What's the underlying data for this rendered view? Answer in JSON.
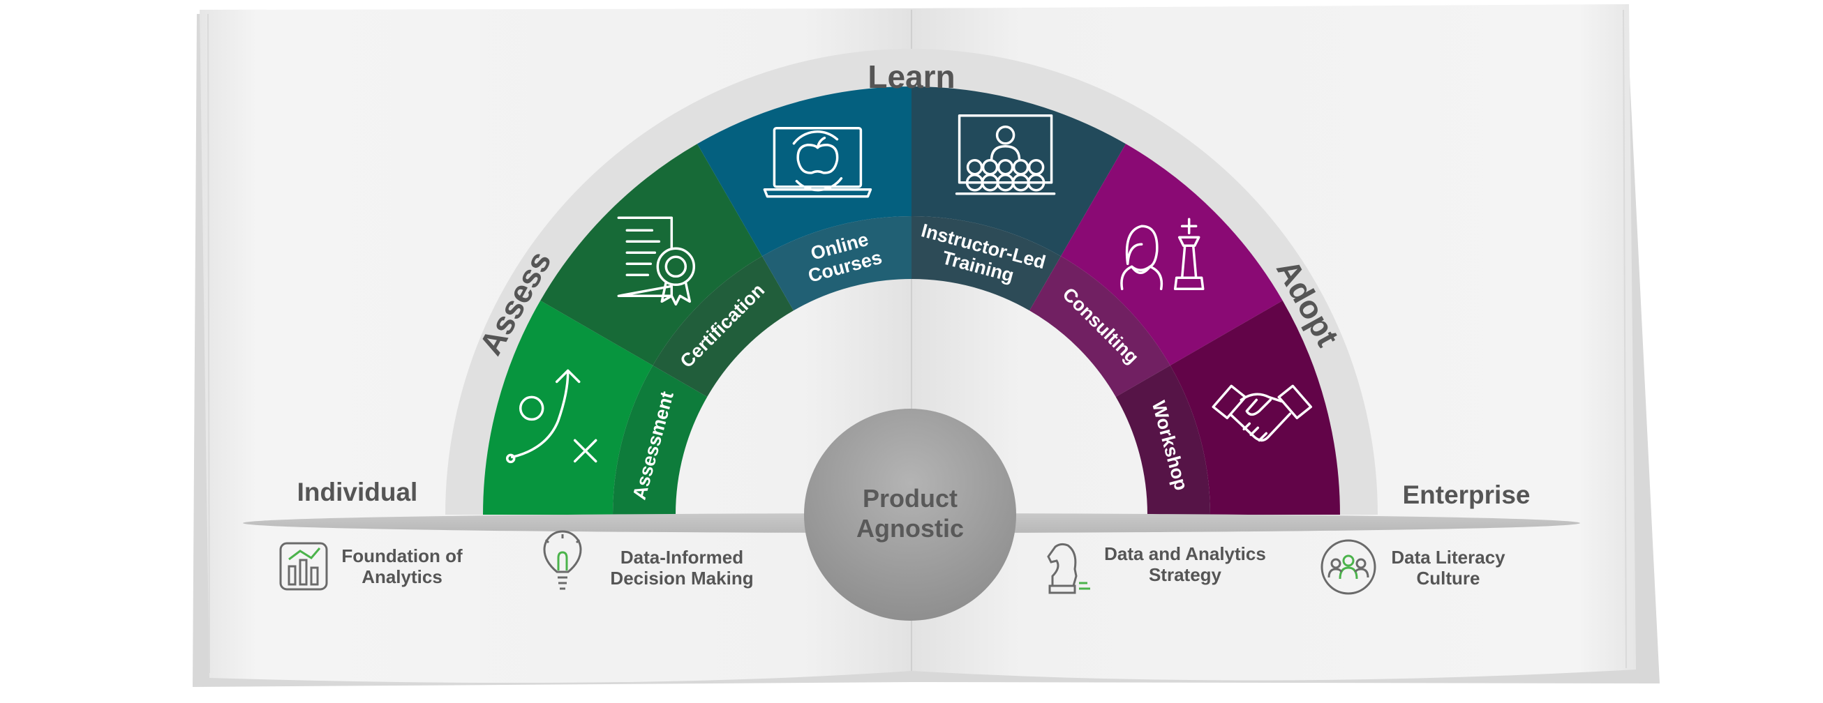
{
  "title": "Learn",
  "arc_labels": {
    "left": "Assess",
    "right": "Adopt"
  },
  "center": {
    "line1": "Product",
    "line2": "Agnostic"
  },
  "sides": {
    "left": "Individual",
    "right": "Enterprise"
  },
  "segments": [
    {
      "id": "assessment",
      "label": [
        "Assessment"
      ],
      "icon": "strategy-play-icon",
      "color": "#07953e",
      "band": "#0e7c3b"
    },
    {
      "id": "certification",
      "label": [
        "Certification"
      ],
      "icon": "certificate-icon",
      "color": "#176a37",
      "band": "#215e3b"
    },
    {
      "id": "online-courses",
      "label": [
        "Online",
        "Courses"
      ],
      "icon": "laptop-apple-icon",
      "color": "#04607f",
      "band": "#216074"
    },
    {
      "id": "instructor-led",
      "label": [
        "Instructor-Led",
        "Training"
      ],
      "icon": "classroom-icon",
      "color": "#224a5b",
      "band": "#2d4b57"
    },
    {
      "id": "consulting",
      "label": [
        "Consulting"
      ],
      "icon": "consultant-chess-icon",
      "color": "#8a0a74",
      "band": "#712062"
    },
    {
      "id": "workshop",
      "label": [
        "Workshop"
      ],
      "icon": "handshake-icon",
      "color": "#620448",
      "band": "#561447"
    }
  ],
  "bottom_items": [
    {
      "icon": "bar-chart-icon",
      "line1": "Foundation of",
      "line2": "Analytics"
    },
    {
      "icon": "lightbulb-icon",
      "line1": "Data-Informed",
      "line2": "Decision Making"
    },
    {
      "icon": "chess-knight-icon",
      "line1": "Data and Analytics",
      "line2": "Strategy"
    },
    {
      "icon": "people-circle-icon",
      "line1": "Data Literacy",
      "line2": "Culture"
    }
  ],
  "colors": {
    "text": "#545454",
    "rim": "#e2e2e2",
    "page": "#efefef",
    "center": "#9d9d9d",
    "accent": "#4bb34b"
  }
}
